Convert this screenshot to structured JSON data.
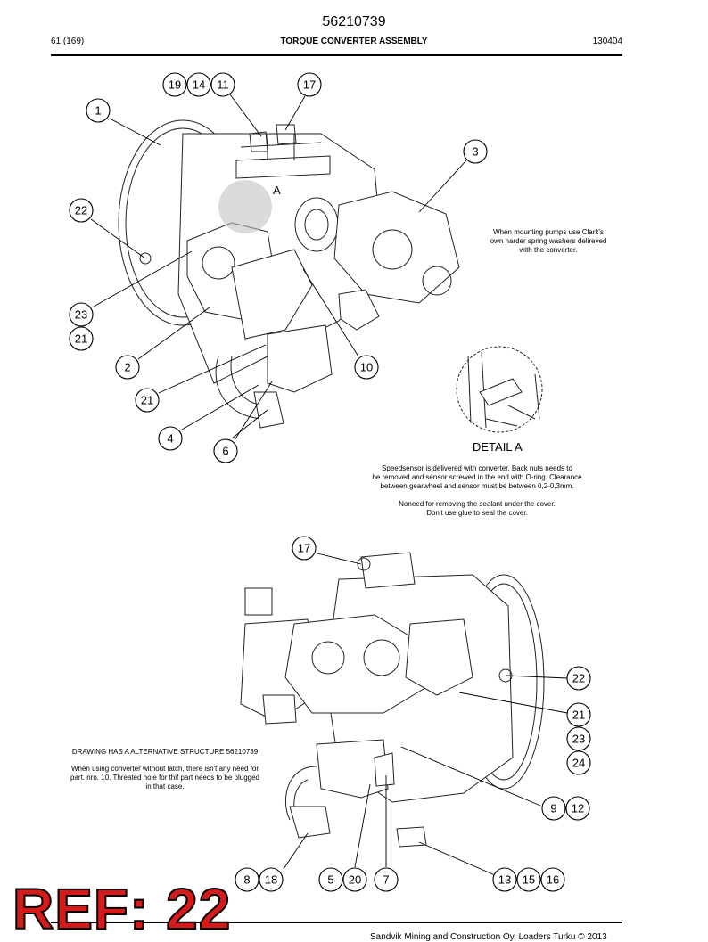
{
  "header": {
    "document_number": "56210739",
    "page": "61 (169)",
    "title": "TORQUE CONVERTER ASSEMBLY",
    "code": "130404"
  },
  "view_label": "A",
  "callouts": [
    "19",
    "14",
    "11",
    "17",
    "1",
    "3",
    "22",
    "23",
    "21",
    "2",
    "10",
    "21",
    "4",
    "6",
    "17",
    "22",
    "21",
    "23",
    "24",
    "9",
    "12",
    "8",
    "18",
    "5",
    "20",
    "7",
    "13",
    "15",
    "16"
  ],
  "notes": {
    "mounting": "When mounting pumps use Clark's\nown harder spring washers delireved\nwith the converter.",
    "detail_title": "DETAIL A",
    "speedsensor": "Speedsensor is delivered with converter. Back nuts needs to\nbe removed and sensor screwed in the end with O-ring. Clearance\nbetween gearwheel and sensor must be between 0,2-0,3mm.",
    "sealant": "Noneed for removing the sealant under the cover.\nDon't use glue to seal the cover.",
    "alt_structure": "DRAWING HAS A ALTERNATIVE STRUCTURE 56210739",
    "latch": "When using converter without latch, there isn't any need for\npart. nro. 10. Threated hole for thif part needs to be  plugged\nin that case."
  },
  "footer": "Sandvik Mining and Construction Oy, Loaders Turku © 2013",
  "ref_stamp": "REF: 22"
}
